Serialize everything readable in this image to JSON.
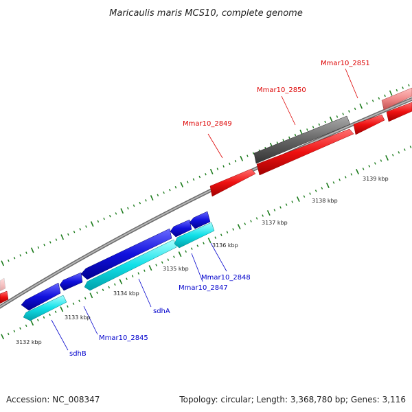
{
  "title": "Maricaulis maris MCS10, complete genome",
  "footer": {
    "accession": "Accession: NC_008347",
    "topology": "Topology: circular; Length: 3,368,780 bp; Genes: 3,116"
  },
  "ticks": [
    "3132 kbp",
    "3133 kbp",
    "3134 kbp",
    "3135 kbp",
    "3136 kbp",
    "3137 kbp",
    "3138 kbp",
    "3139 kbp"
  ],
  "gene_labels": {
    "red": [
      "Mmar10_2849",
      "Mmar10_2850",
      "Mmar10_2851"
    ],
    "blue": [
      "Mmar10_2848",
      "Mmar10_2847",
      "sdhA",
      "Mmar10_2845",
      "sdhB"
    ]
  },
  "colors": {
    "backbone": "#888888",
    "tick": "#1a7a1a",
    "red_gene": "#ee1111",
    "blue_gene": "#1111dd",
    "cyan_gene": "#11e0e8",
    "gray_gene": "#666666",
    "pink_gene": "#f08a8a",
    "red_label": "#dd0000",
    "blue_label": "#0000cc"
  }
}
